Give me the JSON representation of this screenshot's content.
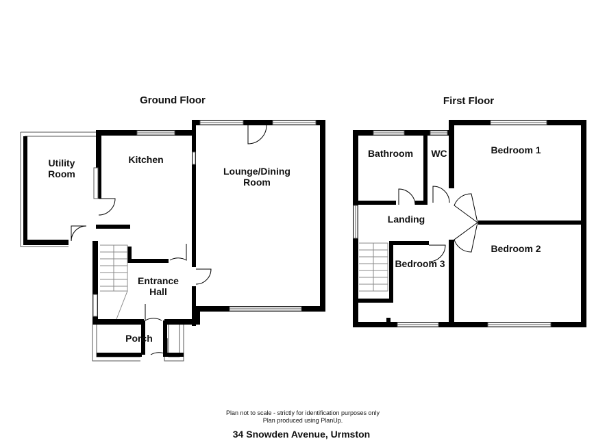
{
  "plan": {
    "ground_floor": {
      "title": "Ground Floor",
      "rooms": {
        "utility_line1": "Utility",
        "utility_line2": "Room",
        "kitchen": "Kitchen",
        "lounge_line1": "Lounge/Dining",
        "lounge_line2": "Room",
        "entrance_line1": "Entrance",
        "entrance_line2": "Hall",
        "porch": "Porch"
      }
    },
    "first_floor": {
      "title": "First Floor",
      "rooms": {
        "bathroom": "Bathroom",
        "wc": "WC",
        "bedroom1": "Bedroom 1",
        "landing": "Landing",
        "bedroom2": "Bedroom 2",
        "bedroom3": "Bedroom 3"
      }
    },
    "footer": {
      "disclaimer_line1": "Plan not to scale - strictly for identification purposes only",
      "disclaimer_line2": "Plan produced using PlanUp.",
      "address": "34 Snowden Avenue, Urmston"
    }
  }
}
